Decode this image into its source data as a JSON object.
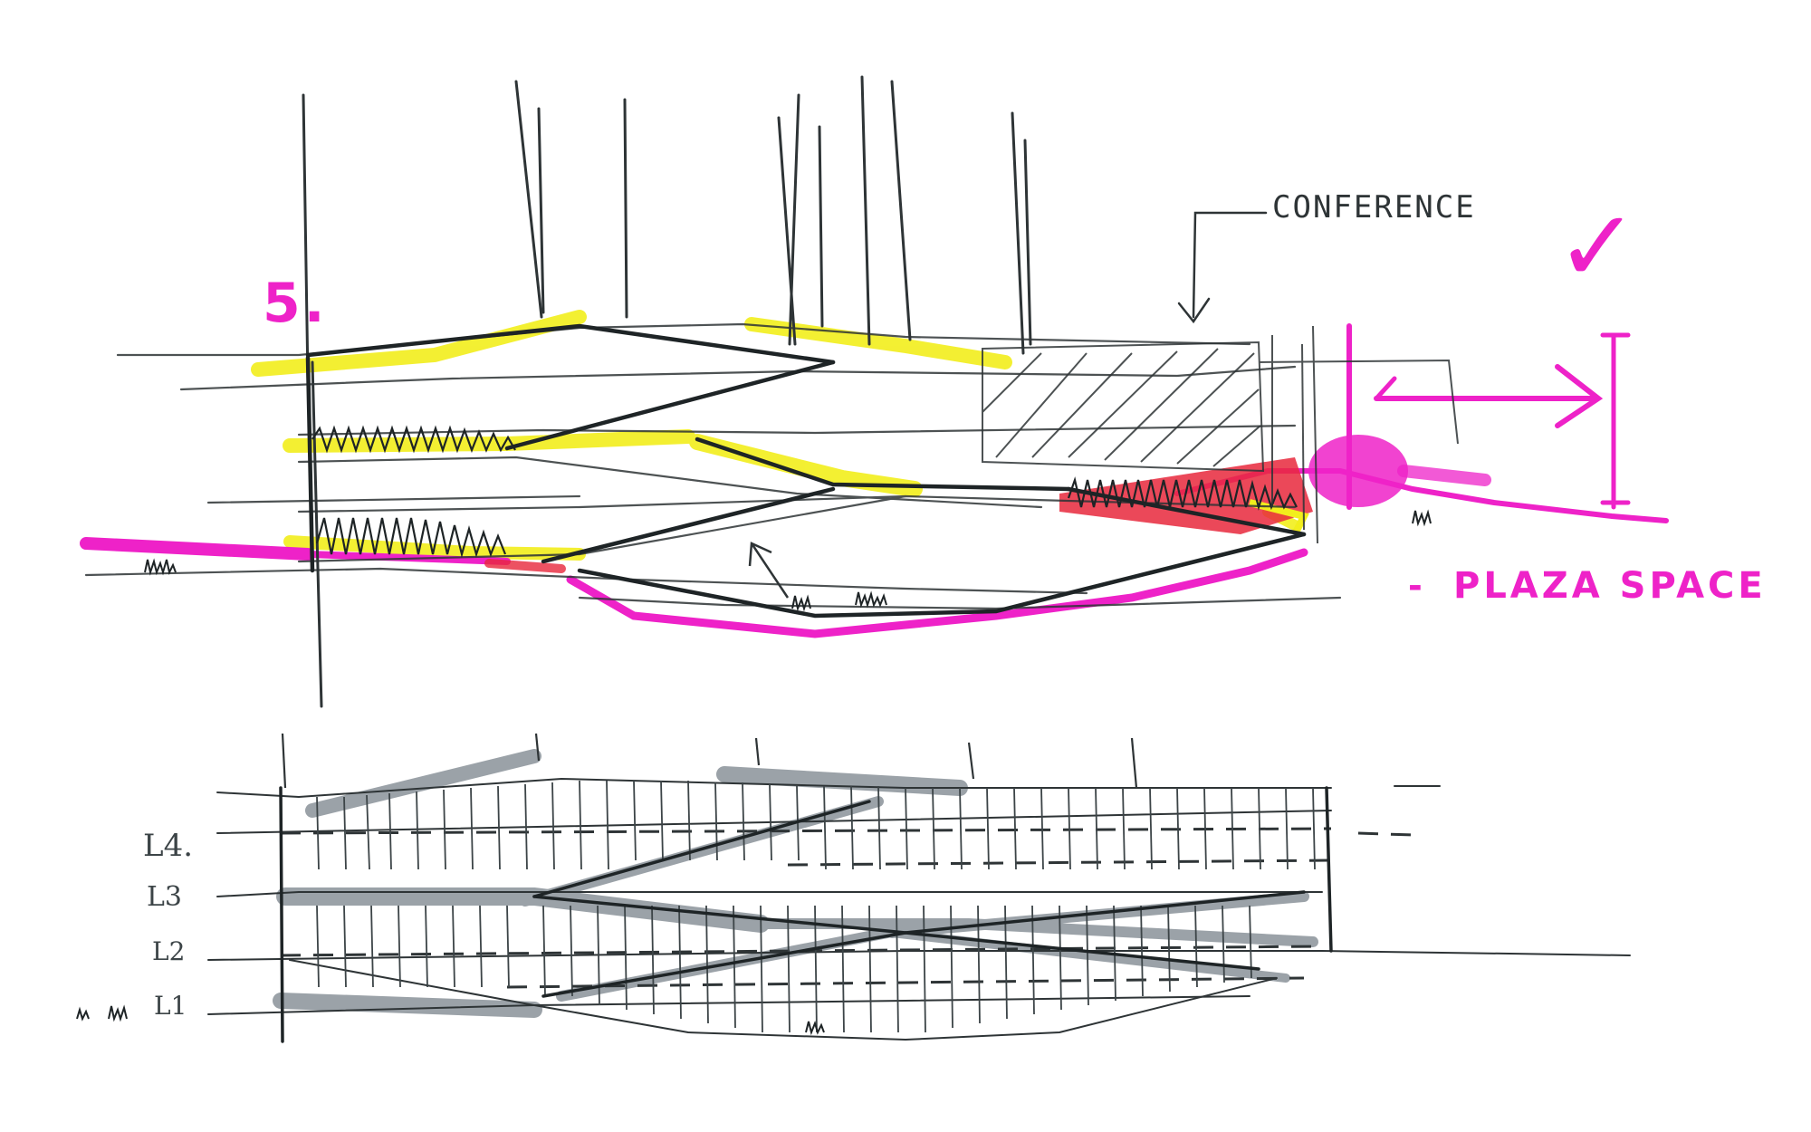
{
  "annotations": {
    "conference": "CONFERENCE",
    "plaza_space": "PLAZA SPACE",
    "plaza_dash": "-",
    "level_mark": "5.",
    "checkmark": "✓"
  },
  "levels": [
    {
      "label": "L4."
    },
    {
      "label": "L3"
    },
    {
      "label": "L2"
    },
    {
      "label": "L1"
    }
  ],
  "colors": {
    "ink": "#2e3436",
    "highlight_yellow": "#f2ee1c",
    "highlight_pink": "#ee22c8",
    "highlight_red": "#e8283c",
    "marker_grey": "#8a9299"
  }
}
